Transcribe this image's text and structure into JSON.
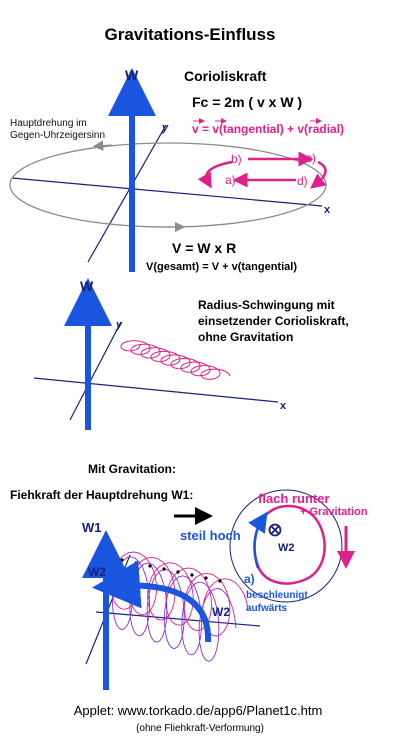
{
  "title": "Gravitations-Einfluss",
  "colors": {
    "blue": "#1a55e0",
    "navy": "#17217a",
    "magenta": "#e0208a",
    "gray": "#8c8c8c",
    "black": "#000000"
  },
  "panel1": {
    "axis_w": "W",
    "axis_x": "x",
    "axis_y": "y",
    "coriolis_title": "Corioliskraft",
    "formula_fc": "Fc = 2m ( v x W )",
    "formula_v": "v = v(tangential) + v(radial)",
    "main_rotation_line1": "Hauptdrehung im",
    "main_rotation_line2": "Gegen-Uhrzeigersinn",
    "label_a": "a)",
    "label_b": "b)",
    "label_c": "c)",
    "label_d": "d)",
    "formula_vwr": "V = W x R",
    "formula_vgesamt": "V(gesamt) = V + v(tangential)"
  },
  "panel2": {
    "axis_w": "W",
    "axis_x": "x",
    "axis_y": "y",
    "caption_line1": "Radius-Schwingung mit",
    "caption_line2": "einsetzender Corioliskraft,",
    "caption_line3": "ohne Gravitation"
  },
  "panel3": {
    "heading": "Mit Gravitation:",
    "subheading": "Fiehkraft der Hauptdrehung W1:",
    "axis_w1": "W1",
    "label_w2_left": "W2",
    "label_w2_right": "W2",
    "label_w2_circle": "W2",
    "steil_hoch": "steil hoch",
    "flach_runter": "flach runter",
    "plus_gravitation": "+ Gravitation",
    "label_a": "a)",
    "beschleunigt": "beschleunigt",
    "aufwaerts": "aufwärts"
  },
  "footer": {
    "applet": "Applet: www.torkado.de/app6/Planet1c.htm",
    "note": "(ohne Fliehkraft-Verformung)"
  }
}
